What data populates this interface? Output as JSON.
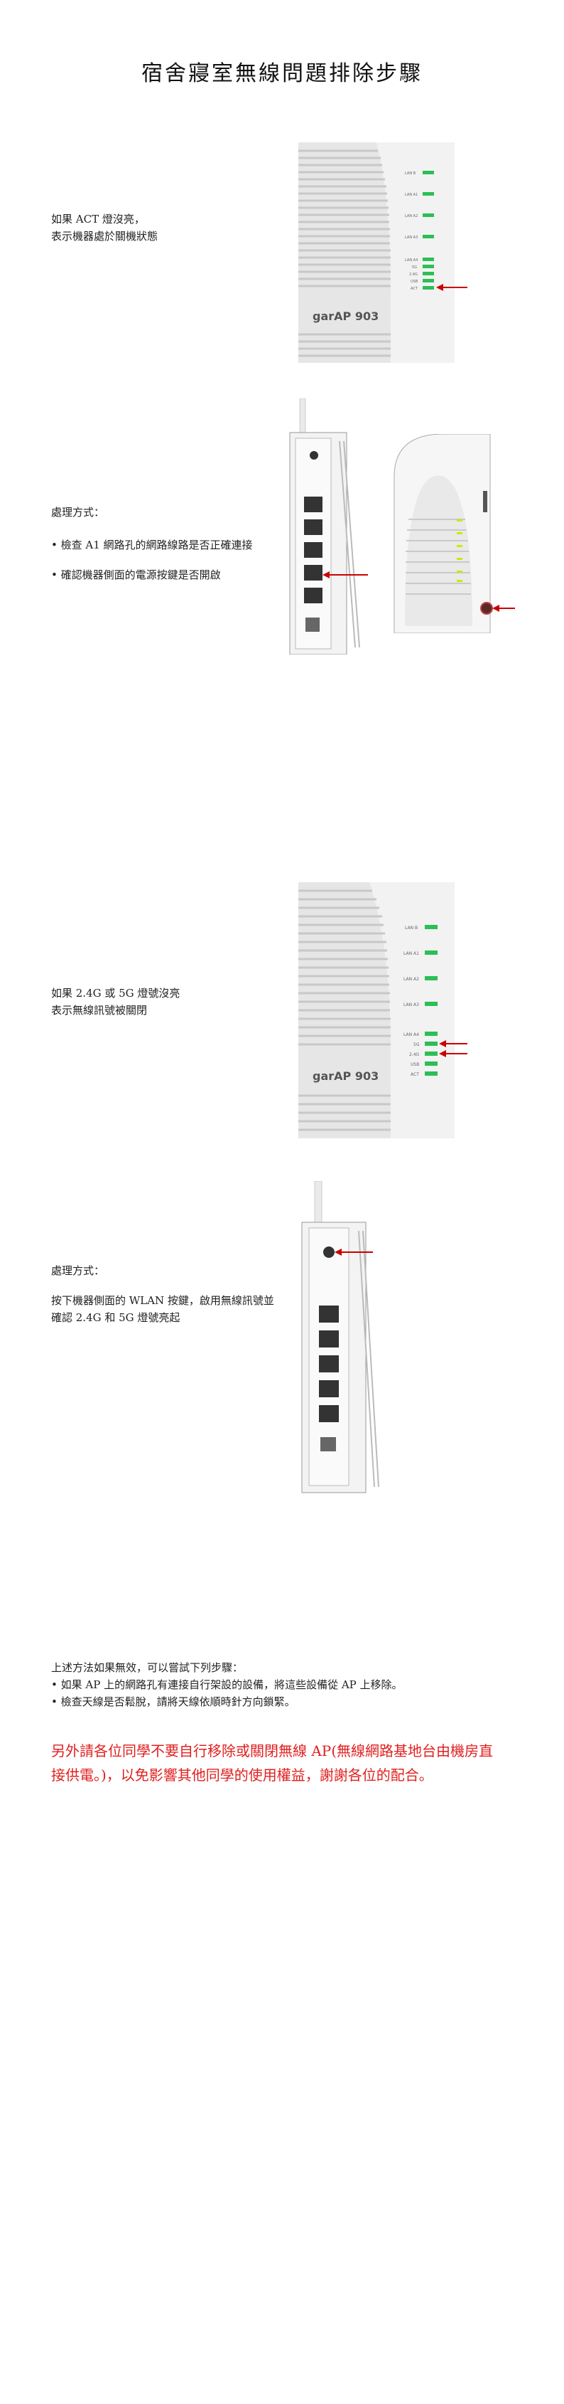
{
  "title": "宿舍寢室無線問題排除步驟",
  "section1": {
    "line1": "如果 ACT 燈沒亮，",
    "line2": "表示機器處於關機狀態"
  },
  "section2": {
    "heading": "處理方式：",
    "bullet1": "• 檢查 A1 網路孔的網路線路是否正確連接",
    "bullet2": "• 確認機器側面的電源按鍵是否開啟"
  },
  "section3": {
    "line1": "如果 2.4G 或 5G 燈號沒亮",
    "line2": "表示無線訊號被關閉"
  },
  "section4": {
    "heading": "處理方式：",
    "body": "按下機器側面的 WLAN 按鍵，啟用無線訊號並確認 2.4G 和 5G 燈號亮起"
  },
  "section5": {
    "intro": "上述方法如果無效，可以嘗試下列步驟：",
    "bullet1": "• 如果 AP 上的網路孔有連接自行架設的設備，將這些設備從 AP 上移除。",
    "bullet2": "• 檢查天線是否鬆脫，請將天線依順時針方向鎖緊。"
  },
  "notice": "另外請各位同學不要自行移除或關閉無線 AP(無線網路基地台由機房直接供電。)，以免影響其他同學的使用權益，謝謝各位的配合。",
  "device": {
    "brand": "garAP 903",
    "led_labels_top": [
      "LAN B",
      "LAN A1",
      "LAN A2",
      "LAN A3",
      "LAN A4",
      "5G",
      "2.4G",
      "USB",
      "ACT"
    ]
  },
  "colors": {
    "arrow": "#cc0000",
    "led": "#2bbf55",
    "notice": "#e02020"
  }
}
